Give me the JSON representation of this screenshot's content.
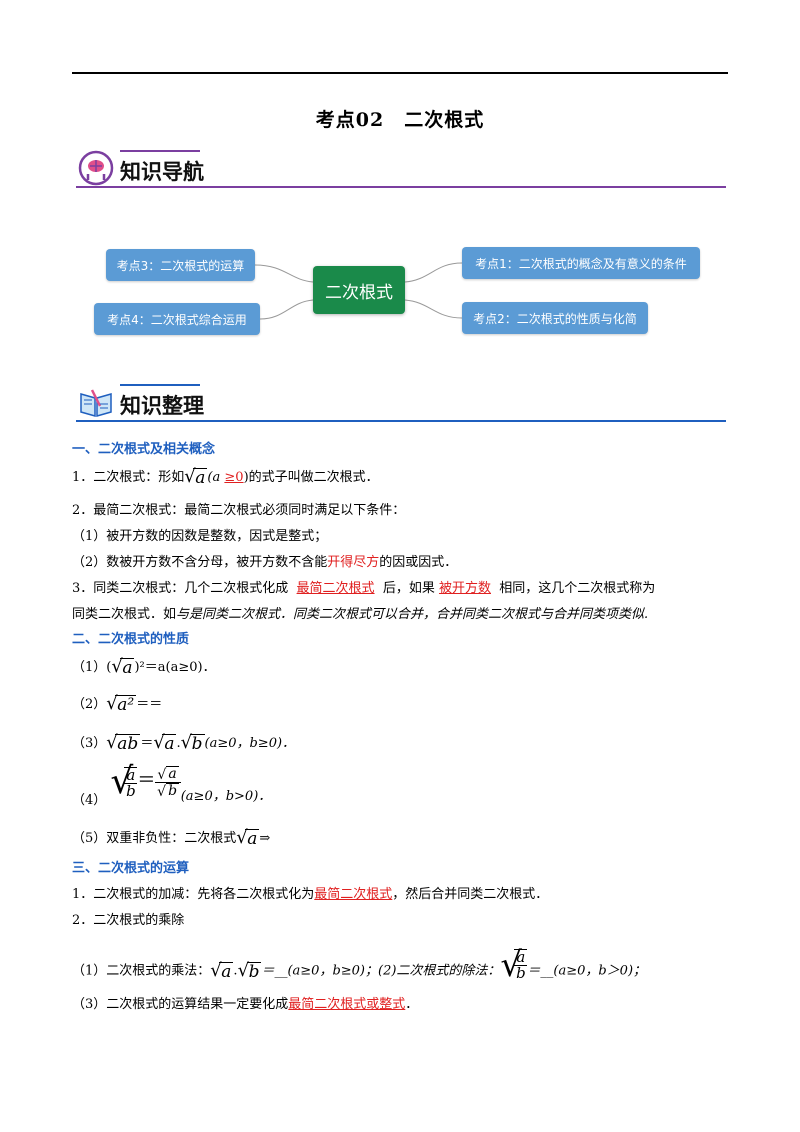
{
  "title": "考点02　二次根式",
  "nav_header": {
    "label": "知识导航",
    "color": "#7b3fa0"
  },
  "mindmap": {
    "center": "二次根式",
    "nodes": [
      "考点3：二次根式的运算",
      "考点4：二次根式综合运用",
      "考点1：二次根式的概念及有意义的条件",
      "考点2：二次根式的性质与化简"
    ]
  },
  "org_header": {
    "label": "知识整理",
    "color": "#1f5fbf"
  },
  "s1": {
    "title": "一、二次根式及相关概念",
    "l1a": "1．二次根式：形如",
    "l1rad": "a",
    "l1b": "(a",
    "l1c": "≥0",
    "l1d": ")的式子叫做二次根式．",
    "l2": "2．最简二次根式：最简二次根式必须同时满足以下条件：",
    "l3": "（1）被开方数的因数是整数，因式是整式；",
    "l4a": "（2）数被开方数不含分母，被开方数不含能",
    "l4b": "开得尽方",
    "l4c": "的因或因式．",
    "l5a": "3．同类二次根式：几个二次根式化成",
    "l5b": "最简二次根式",
    "l5c": "后，如果",
    "l5d": "被开方数",
    "l5e": "相同，这几个二次根式称为",
    "l6a": "同类二次根式．如",
    "l6b": "与是同类二次根式．同类二次根式可以合并，合并同类二次根式与合并同类项类似."
  },
  "s2": {
    "title": "二、二次根式的性质",
    "p1a": "（1）(",
    "p1rad": "a",
    "p1b": ")²＝a(a≥0)．",
    "p2a": "（2）",
    "p2rad": "a²",
    "p2b": "＝＝",
    "p3a": "（3）",
    "p3r1": "ab",
    "p3eq": "＝",
    "p3r2": "a",
    "p3dot": ".",
    "p3r3": "b",
    "p3b": "(a≥0，b≥0)．",
    "p4a": "（4）",
    "p4num": "a",
    "p4den": "b",
    "p4eq": "＝",
    "p4b": "(a≥0，b>0)．",
    "p5a": "（5）双重非负性：二次根式",
    "p5rad": "a",
    "p5b": "⇒"
  },
  "s3": {
    "title": "三、二次根式的运算",
    "o1a": "1．二次根式的加减：先将各二次根式化为",
    "o1b": "最简二次根式",
    "o1c": "，然后合并同类二次根式．",
    "o2": "2．二次根式的乘除",
    "o3a": "（1）二次根式的乘法：",
    "o3r1": "a",
    "o3dot": ".",
    "o3r2": "b",
    "o3b": "＝__(a≥0，b≥0)；(2)二次根式的除法：",
    "o3num": "a",
    "o3den": "b",
    "o3c": "＝__(a≥0，b＞0)；",
    "o4a": "（3）二次根式的运算结果一定要化成",
    "o4b": "最简二次根式或整式",
    "o4c": "．"
  }
}
